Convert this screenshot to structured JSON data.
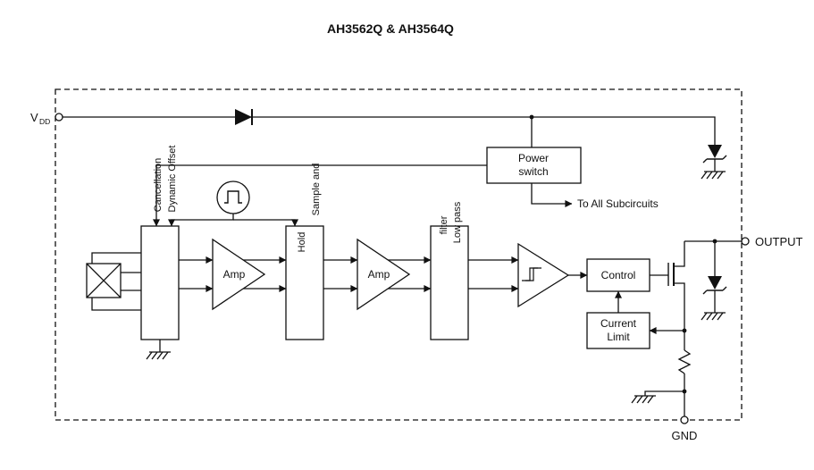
{
  "title": "AH3562Q & AH3564Q",
  "pins": {
    "vdd": "V",
    "vdd_sub": "DD",
    "output": "OUTPUT",
    "gnd": "GND"
  },
  "blocks": {
    "power_switch": {
      "line1": "Power",
      "line2": "switch"
    },
    "chopper": {
      "line1": "Dynamic Offset",
      "line2": "Cancellation"
    },
    "amp1": "Amp",
    "sample_hold": {
      "line1": "Sample and",
      "line2": "Hold"
    },
    "amp2": "Amp",
    "low_pass_filter": {
      "line1": "Low pass",
      "line2": "filter"
    },
    "control": "Control",
    "current_limit": {
      "line1": "Current",
      "line2": "Limit"
    }
  },
  "annotations": {
    "to_all_subcircuits": "To All Subcircuits"
  },
  "icons": {
    "oscillator": "square-wave",
    "hall_plate": "boxed-x",
    "schmitt_trigger": "hysteresis-triangle",
    "rail_diode": "solid-diode",
    "zener": "zener-diode",
    "ground": "hatched-ground",
    "mosfet": "n-mosfet",
    "resistor": "zigzag"
  },
  "colors": {
    "line": "#111111",
    "background": "#ffffff"
  }
}
